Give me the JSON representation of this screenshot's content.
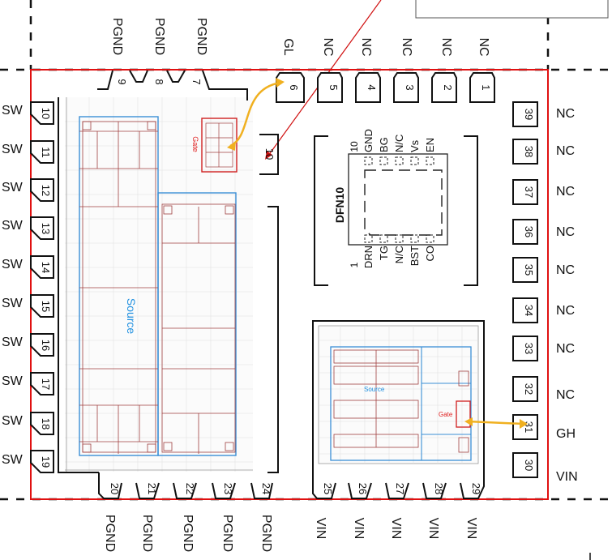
{
  "colors": {
    "outline": "#e01010",
    "pad": "#111111",
    "die": "#3b8fd6",
    "cell": "#a04040",
    "grid": "#d8d8d8",
    "gate_box": "#d02020",
    "arrow": "#f0b020",
    "source_text": "#2090e0",
    "gate_text": "#e02020"
  },
  "top_labels": {
    "pgnd_left": [
      "PGND",
      "PGND",
      "PGND"
    ],
    "right": [
      "GL",
      "NC",
      "NC",
      "NC",
      "NC",
      "NC"
    ]
  },
  "bottom_labels": [
    "PGND",
    "PGND",
    "PGND",
    "PGND",
    "PGND",
    "VIN",
    "VIN",
    "VIN",
    "VIN",
    "VIN"
  ],
  "left_labels": [
    "SW",
    "SW",
    "SW",
    "SW",
    "SW",
    "SW",
    "SW",
    "SW",
    "SW",
    "SW"
  ],
  "right_labels": [
    "NC",
    "NC",
    "NC",
    "NC",
    "NC",
    "NC",
    "NC",
    "NC",
    "GH",
    "VIN"
  ],
  "pin_numbers": {
    "top_small": [
      "9",
      "8",
      "7"
    ],
    "top_boxed": [
      "6",
      "5",
      "4",
      "3",
      "2",
      "1"
    ],
    "left": [
      "10",
      "11",
      "12",
      "13",
      "14",
      "15",
      "16",
      "17",
      "18",
      "19"
    ],
    "bottom": [
      "20",
      "21",
      "22",
      "23",
      "24",
      "25",
      "26",
      "27",
      "28",
      "29"
    ],
    "right": [
      "39",
      "38",
      "37",
      "36",
      "35",
      "34",
      "33",
      "32",
      "31",
      "30"
    ],
    "inner_small": "10"
  },
  "dfn": {
    "name": "DFN10",
    "pin1": "1",
    "pin10": "10",
    "top_pins": [
      "GND",
      "BG",
      "N/C",
      "Vs",
      "EN"
    ],
    "bottom_pins": [
      "DRN",
      "TG",
      "N/C",
      "BST",
      "CO"
    ]
  },
  "lowside": {
    "source_label": "Source",
    "gate_label": "Gate"
  },
  "highside": {
    "source_label": "Source",
    "gate_label": "Gate"
  }
}
